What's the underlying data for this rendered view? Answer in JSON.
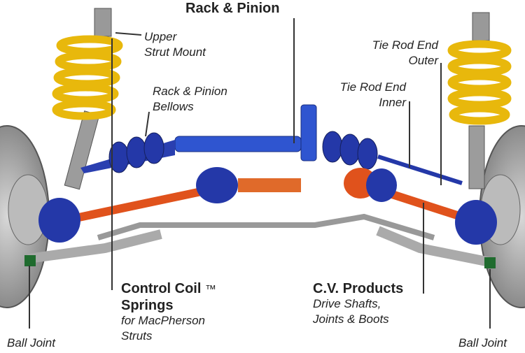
{
  "labels": {
    "rack_pinion": "Rack & Pinion",
    "upper_strut_mount": [
      "Upper",
      "Strut Mount"
    ],
    "rack_pinion_bellows": [
      "Rack & Pinion",
      "Bellows"
    ],
    "tie_rod_end_outer": [
      "Tie Rod End",
      "Outer"
    ],
    "tie_rod_end_inner": [
      "Tie Rod End",
      "Inner"
    ],
    "control_coil": {
      "title1": "Control Coil",
      "tm": "™",
      "title2": "Springs",
      "sub1": "for MacPherson",
      "sub2": "Struts"
    },
    "cv_products": {
      "title": "C.V. Products",
      "sub1": "Drive Shafts,",
      "sub2": "Joints & Boots"
    },
    "ball_joint_left": "Ball Joint",
    "ball_joint_right": "Ball Joint"
  },
  "colors": {
    "spring": "#f2c81e",
    "boot": "#2438a8",
    "shaft": "#e0521c",
    "metal": "#a8a8a8",
    "leader": "#333333"
  }
}
